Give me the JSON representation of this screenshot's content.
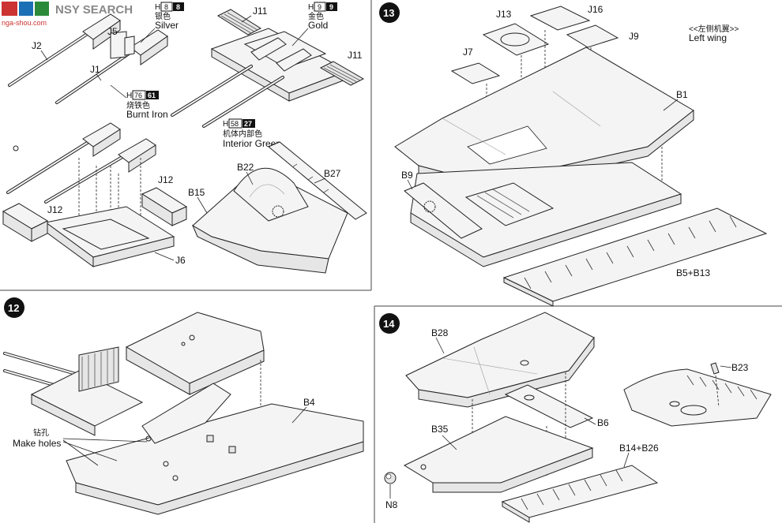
{
  "watermark": {
    "logo_text": "NSY SEARCH",
    "url_text": "nga-shou.com"
  },
  "steps": {
    "step12": "12",
    "step13": "13",
    "step14": "14"
  },
  "colors": {
    "silver": {
      "code": "8",
      "code2": "8",
      "cn": "银色",
      "en": "Silver"
    },
    "gold": {
      "code": "9",
      "code2": "9",
      "cn": "金色",
      "en": "Gold"
    },
    "burnt_iron": {
      "code": "76",
      "code2": "61",
      "cn": "烧铁色",
      "en": "Burnt Iron"
    },
    "interior_green": {
      "code": "58",
      "code2": "27",
      "cn": "机体内部色",
      "en": "Interior Green"
    },
    "paint_prefix": "H"
  },
  "parts": {
    "j2": "J2",
    "j1": "J1",
    "j5": "J5",
    "j11a": "J11",
    "j11b": "J11",
    "j12a": "J12",
    "j12b": "J12",
    "j6": "J6",
    "b15": "B15",
    "b22": "B22",
    "b27": "B27",
    "j13": "J13",
    "j16": "J16",
    "j9": "J9",
    "j7": "J7",
    "b1": "B1",
    "b9": "B9",
    "b5b13": "B5+B13",
    "b4": "B4",
    "b28": "B28",
    "b23": "B23",
    "b6": "B6",
    "b35": "B35",
    "b14b26": "B14+B26",
    "n8": "N8"
  },
  "notes": {
    "left_wing_cn": "<<左侧机翼>>",
    "left_wing_en": "Left wing",
    "make_holes_cn": "钻孔",
    "make_holes_en": "Make holes"
  }
}
